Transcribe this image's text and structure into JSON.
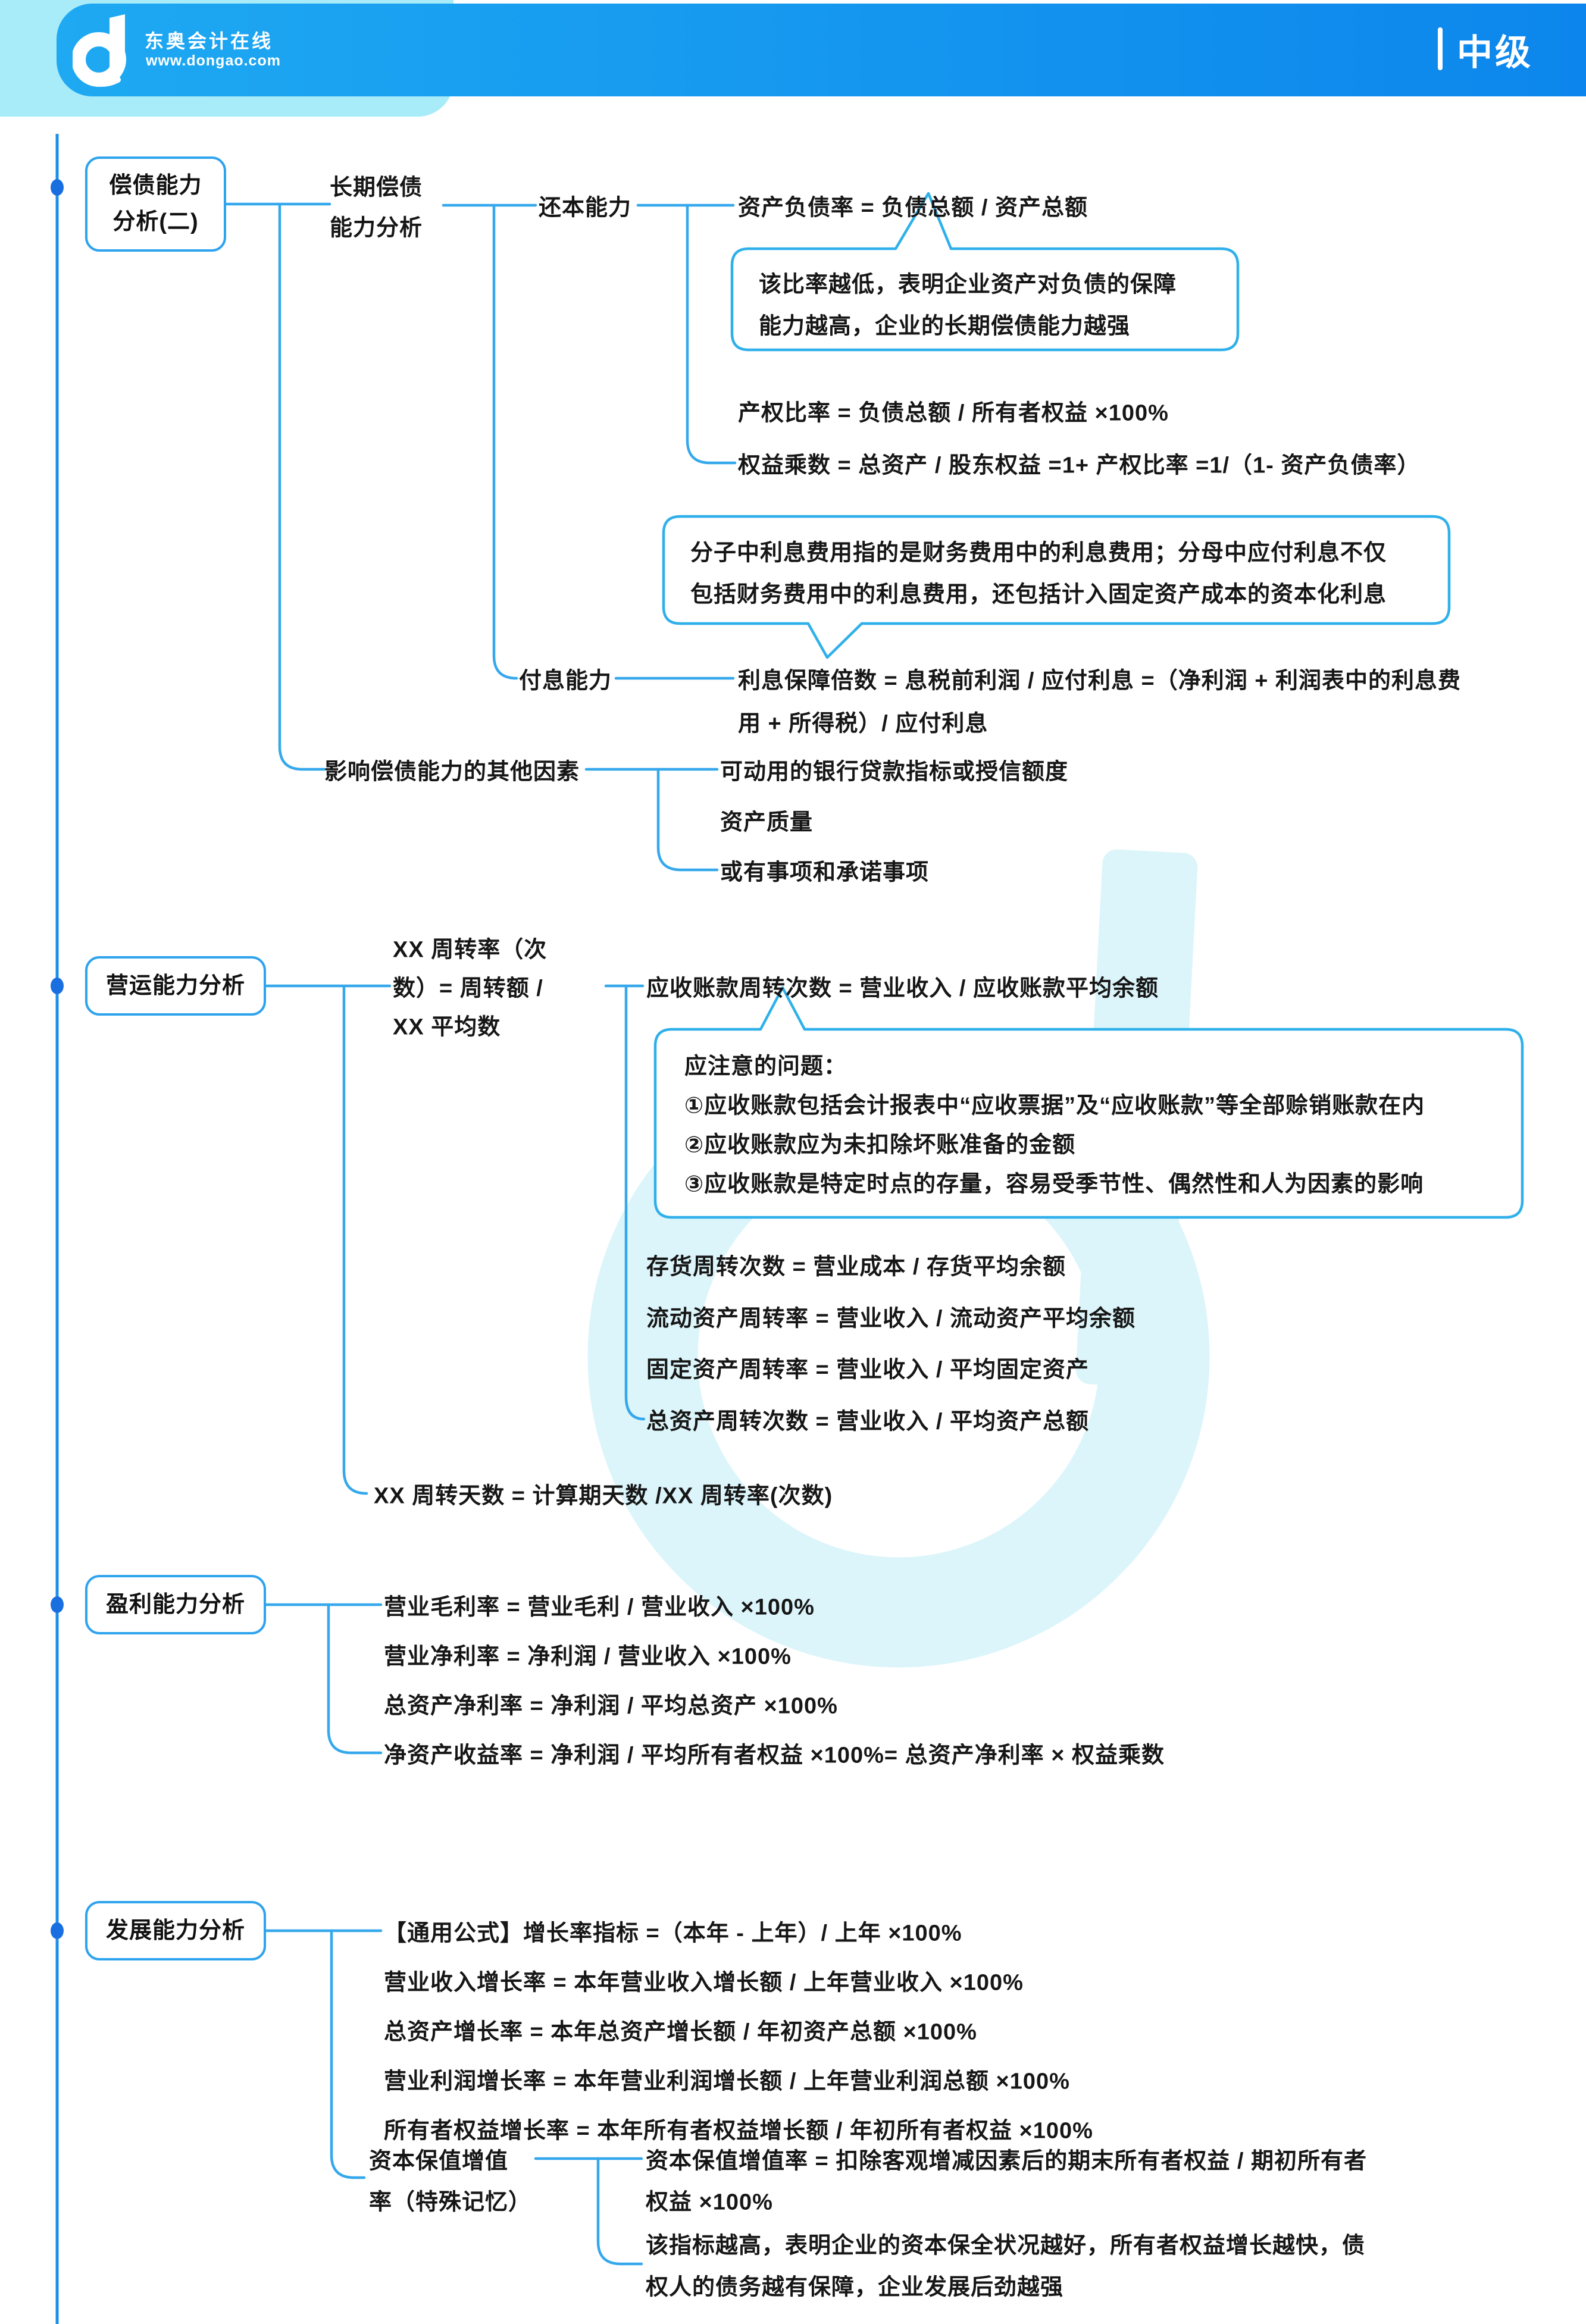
{
  "header": {
    "brand": "东奥会计在线",
    "website": "www.dongao.com",
    "level": "中级"
  },
  "colors": {
    "header_blue_start": "#1ea9f2",
    "header_blue_end": "#0c86ec",
    "accent_cyan": "#a7ecf8",
    "connector_blue": "#35a8ec",
    "node_border_blue": "#2ea3ee",
    "spine_dot_blue": "#1a6fe0",
    "watermark_cyan": "#dcf5fa",
    "text_color": "#161616"
  },
  "map": {
    "solvency": {
      "title_line1": "偿债能力",
      "title_line2": "分析(二)",
      "longterm": {
        "label_line1": "长期偿债",
        "label_line2": "能力分析",
        "principal": {
          "label": "还本能力",
          "debt_ratio": "资产负债率 = 负债总额 / 资产总额",
          "debt_ratio_note_line1": "该比率越低，表明企业资产对负债的保障",
          "debt_ratio_note_line2": "能力越高，企业的长期偿债能力越强",
          "equity_ratio": "产权比率 = 负债总额 / 所有者权益 ×100%",
          "equity_multiplier": "权益乘数 = 总资产 / 股东权益 =1+ 产权比率 =1/（1- 资产负债率）"
        },
        "interest": {
          "label": "付息能力",
          "note_line1": "分子中利息费用指的是财务费用中的利息费用；分母中应付利息不仅",
          "note_line2": "包括财务费用中的利息费用，还包括计入固定资产成本的资本化利息",
          "formula_line1": "利息保障倍数 = 息税前利润 / 应付利息 =（净利润 + 利润表中的利息费",
          "formula_line2": "用 + 所得税）/ 应付利息"
        }
      },
      "other_factors": {
        "label": "影响偿债能力的其他因素",
        "item1": "可动用的银行贷款指标或授信额度",
        "item2": "资产质量",
        "item3": "或有事项和承诺事项"
      }
    },
    "operating": {
      "title": "营运能力分析",
      "turnover_rate_line1": "XX 周转率（次",
      "turnover_rate_line2": "数）= 周转额 /",
      "turnover_rate_line3": "XX 平均数",
      "receivable": "应收账款周转次数 = 营业收入 / 应收账款平均余额",
      "note_title": "应注意的问题：",
      "note_item1": "①应收账款包括会计报表中“应收票据”及“应收账款”等全部赊销账款在内",
      "note_item2": "②应收账款应为未扣除坏账准备的金额",
      "note_item3": "③应收账款是特定时点的存量，容易受季节性、偶然性和人为因素的影响",
      "inventory": "存货周转次数 = 营业成本 / 存货平均余额",
      "current_assets": "流动资产周转率 = 营业收入 / 流动资产平均余额",
      "fixed_assets": "固定资产周转率 = 营业收入 / 平均固定资产",
      "total_assets": "总资产周转次数 = 营业收入 / 平均资产总额",
      "turnover_days": "XX 周转天数 = 计算期天数 /XX 周转率(次数)"
    },
    "profitability": {
      "title": "盈利能力分析",
      "gross_margin": "营业毛利率 = 营业毛利 / 营业收入 ×100%",
      "net_margin": "营业净利率 = 净利润 / 营业收入 ×100%",
      "roa": "总资产净利率 = 净利润 / 平均总资产 ×100%",
      "roe": "净资产收益率 = 净利润 / 平均所有者权益 ×100%= 总资产净利率 × 权益乘数"
    },
    "growth": {
      "title": "发展能力分析",
      "general": "【通用公式】增长率指标 =（本年 - 上年）/ 上年 ×100%",
      "revenue": "营业收入增长率 = 本年营业收入增长额 / 上年营业收入 ×100%",
      "assets": "总资产增长率 = 本年总资产增长额 / 年初资产总额 ×100%",
      "profit": "营业利润增长率 = 本年营业利润增长额 / 上年营业利润总额 ×100%",
      "equity": "所有者权益增长率 = 本年所有者权益增长额 / 年初所有者权益 ×100%",
      "capital": {
        "label_line1": "资本保值增值",
        "label_line2": "率（特殊记忆）",
        "formula_line1": "资本保值增值率 = 扣除客观增减因素后的期末所有者权益 / 期初所有者",
        "formula_line2": "权益 ×100%",
        "note_line1": "该指标越高，表明企业的资本保全状况越好，所有者权益增长越快，债",
        "note_line2": "权人的债务越有保障，企业发展后劲越强"
      }
    }
  }
}
